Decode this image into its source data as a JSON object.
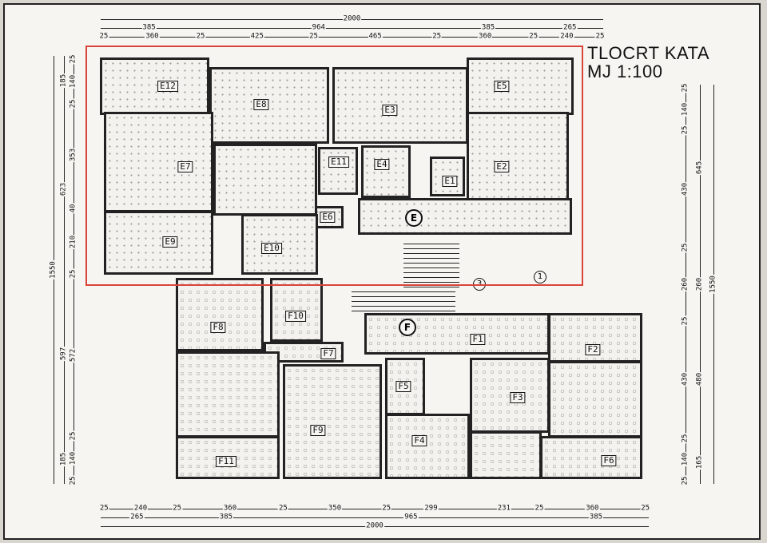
{
  "title": {
    "line1": "TLOCRT KATA",
    "line2": "MJ 1:100"
  },
  "highlight_color": "#d9443a",
  "dimensions": {
    "top_row1": [
      "2000"
    ],
    "top_row2": [
      "385",
      "964",
      "385",
      "265"
    ],
    "top_row3": [
      "25",
      "360",
      "25",
      "425",
      "25",
      "465",
      "25",
      "360",
      "25",
      "240",
      "25"
    ],
    "bottom_row1": [
      "25",
      "240",
      "25",
      "360",
      "25",
      "350",
      "25",
      "299",
      "231",
      "25",
      "360",
      "25"
    ],
    "bottom_row2": [
      "265",
      "385",
      "965",
      "385"
    ],
    "bottom_row3": [
      "2000"
    ],
    "left_outer": [
      "1550"
    ],
    "left_mid": [
      "185",
      "623",
      "597",
      "185"
    ],
    "left_inner": [
      "25",
      "140",
      "25",
      "353",
      "40",
      "210",
      "25",
      "572",
      "25",
      "140",
      "25"
    ],
    "right_inner": [
      "25",
      "140",
      "25",
      "430",
      "25",
      "260",
      "25",
      "430",
      "25",
      "140",
      "25"
    ],
    "right_mid": [
      "645",
      "260",
      "480",
      "165"
    ],
    "right_outer": [
      "1550"
    ]
  },
  "rooms_e": [
    "E12",
    "E8",
    "E3",
    "E5",
    "E7",
    "E2",
    "E11",
    "E4",
    "E1",
    "E6",
    "E9",
    "E10"
  ],
  "rooms_f": [
    "F8",
    "F10",
    "F7",
    "F1",
    "F2",
    "F5",
    "F3",
    "F9",
    "F4",
    "F6",
    "F11"
  ],
  "markers": {
    "unit_e": "E",
    "unit_f": "F",
    "m1": "1",
    "m3": "3"
  }
}
